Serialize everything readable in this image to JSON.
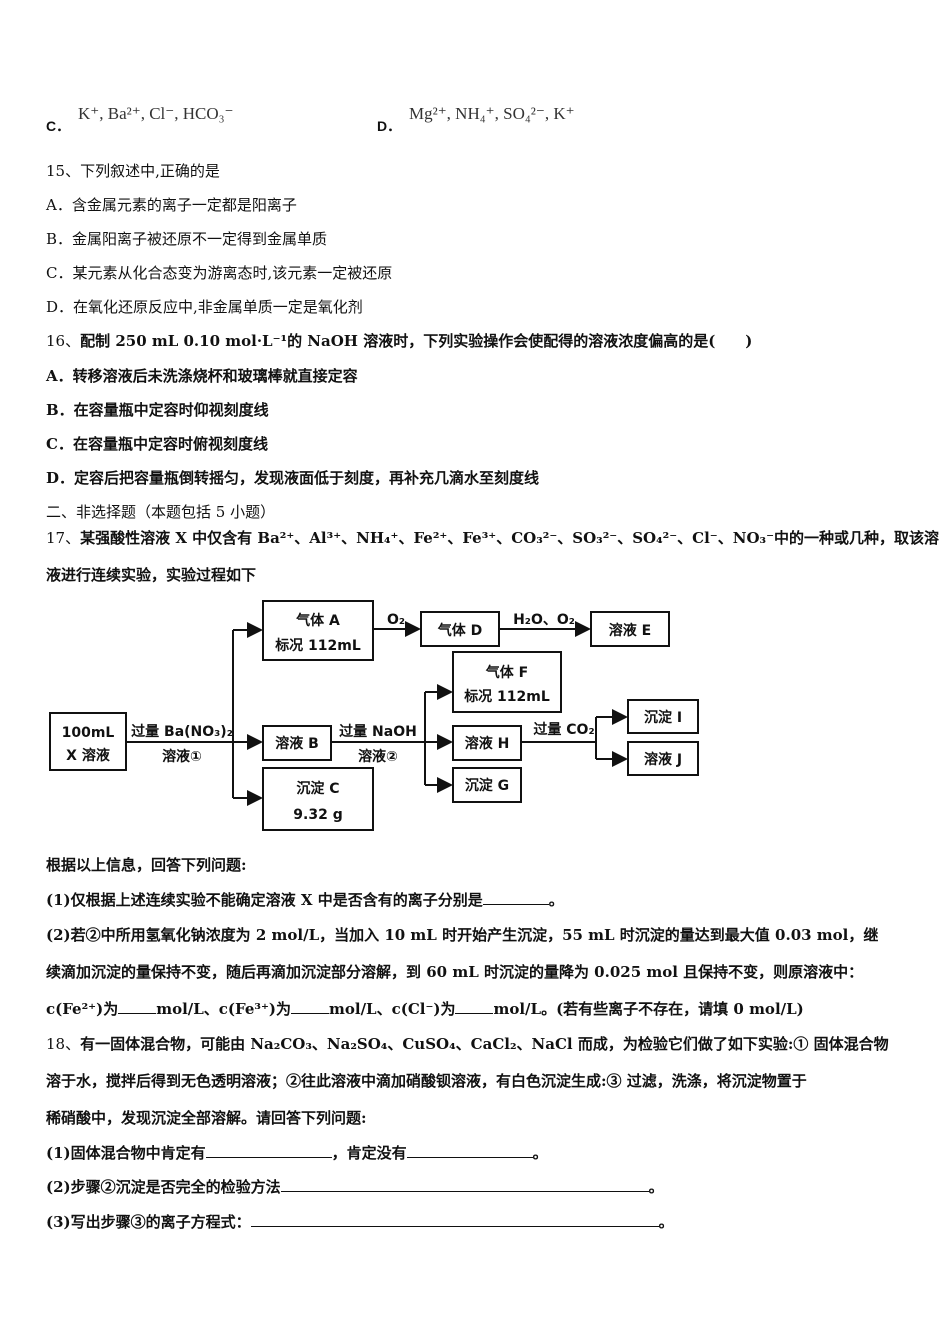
{
  "options_top": {
    "c": {
      "label": "C．",
      "ions": "K⁺, Ba²⁺, Cl⁻, HCO₃⁻"
    },
    "d": {
      "label": "D．",
      "ions": "Mg²⁺, NH₄⁺, SO₄²⁻, K⁺"
    }
  },
  "q15": {
    "stem": "15、下列叙述中,正确的是",
    "a": "A．含金属元素的离子一定都是阳离子",
    "b": "B．金属阳离子被还原不一定得到金属单质",
    "c": "C．某元素从化合态变为游离态时,该元素一定被还原",
    "d": "D．在氧化还原反应中,非金属单质一定是氧化剂"
  },
  "q16": {
    "num": "16、",
    "stem": "配制 250 mL 0.10 mol·L⁻¹的 NaOH 溶液时，下列实验操作会使配得的溶液浓度偏高的是(　　)",
    "a": "A．转移溶液后未洗涤烧杯和玻璃棒就直接定容",
    "b": "B．在容量瓶中定容时仰视刻度线",
    "c": "C．在容量瓶中定容时俯视刻度线",
    "d": "D．定容后把容量瓶倒转摇匀，发现液面低于刻度，再补充几滴水至刻度线"
  },
  "section2": "二、非选择题（本题包括 5 小题）",
  "q17": {
    "num": "17、",
    "line1": "某强酸性溶液 X 中仅含有 Ba²⁺、Al³⁺、NH₄⁺、Fe²⁺、Fe³⁺、CO₃²⁻、SO₃²⁻、SO₄²⁻、Cl⁻、NO₃⁻中的一种或几种，取该溶",
    "line2": "液进行连续实验，实验过程如下",
    "diagram": {
      "x_box1": "100mL",
      "x_box2": "X 溶液",
      "reagent1_top": "过量 Ba(NO₃)₂",
      "reagent1_bottom": "溶液①",
      "gas_a1": "气体 A",
      "gas_a2": "标况 112mL",
      "o2": "O₂",
      "gas_d": "气体 D",
      "h2o_o2": "H₂O、O₂",
      "sol_e": "溶液 E",
      "sol_b": "溶液 B",
      "reagent2_top": "过量 NaOH",
      "reagent2_bottom": "溶液②",
      "gas_f1": "气体 F",
      "gas_f2": "标况 112mL",
      "sol_h": "溶液 H",
      "ppt_g": "沉淀 G",
      "co2": "过量 CO₂",
      "ppt_i": "沉淀 I",
      "sol_j": "溶液 J",
      "ppt_c1": "沉淀 C",
      "ppt_c2": "9.32 g"
    },
    "prompt": "根据以上信息，回答下列问题:",
    "p1_a": "(1)仅根据上述连续实验不能确定溶液 X 中是否含有的离子分别是",
    "p1_end": "。",
    "p2_l1": "(2)若②中所用氢氧化钠浓度为 2 mol/L，当加入 10 mL 时开始产生沉淀，55 mL 时沉淀的量达到最大值 0.03 mol，继",
    "p2_l2": "续滴加沉淀的量保持不变，随后再滴加沉淀部分溶解，到 60 mL 时沉淀的量降为 0.025 mol 且保持不变，则原溶液中：",
    "p2_l3a": "c(Fe²⁺)为",
    "p2_l3b": "mol/L、c(Fe³⁺)为",
    "p2_l3c": "mol/L、c(Cl⁻)为",
    "p2_l3d": "mol/L。(若有些离子不存在，请填 0 mol/L)"
  },
  "q18": {
    "num": "18、",
    "l1": "有一固体混合物，可能由 Na₂CO₃、Na₂SO₄、CuSO₄、CaCl₂、NaCl 而成，为检验它们做了如下实验:① 固体混合物",
    "l2": "溶于水，搅拌后得到无色透明溶液；②往此溶液中滴加硝酸钡溶液，有白色沉淀生成:③ 过滤，洗涤，将沉淀物置于",
    "l3": "稀硝酸中，发现沉淀全部溶解。请回答下列问题:",
    "p1a": "(1)固体混合物中肯定有",
    "p1b": "，肯定没有",
    "p1c": "。",
    "p2a": "(2)步骤②沉淀是否完全的检验方法",
    "p2b": "。",
    "p3a": "(3)写出步骤③的离子方程式：",
    "p3b": "。"
  }
}
